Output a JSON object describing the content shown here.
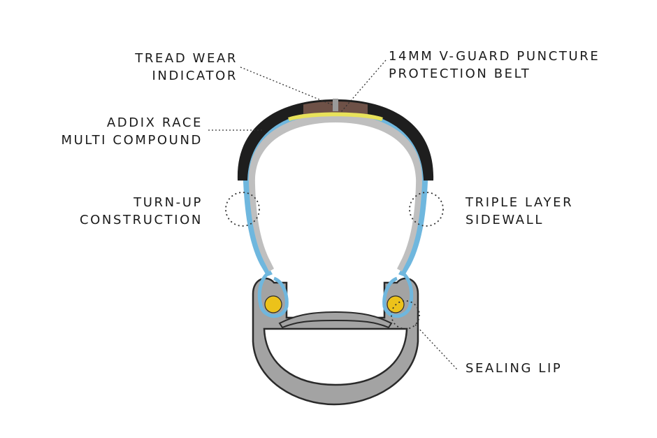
{
  "diagram": {
    "labels": {
      "tread_wear": [
        "TREAD WEAR",
        "INDICATOR"
      ],
      "vguard": [
        "14MM V-GUARD PUNCTURE",
        "PROTECTION BELT"
      ],
      "addix": [
        "ADDIX RACE",
        "MULTI COMPOUND"
      ],
      "turnup": [
        "TURN-UP",
        "CONSTRUCTION"
      ],
      "triple": [
        "TRIPLE LAYER",
        "SIDEWALL"
      ],
      "sealing": [
        "SEALING LIP"
      ]
    },
    "colors": {
      "tread": "#1e1e1e",
      "wear_indicator": "#6e5147",
      "casing_blue": "#6fb7de",
      "casing_gray": "#bfbfbf",
      "belt_yellow": "#e8e25a",
      "rim_fill": "#a3a3a3",
      "rim_stroke": "#2a2a2a",
      "bead_yellow": "#ecc21a",
      "leader": "#333333"
    }
  }
}
